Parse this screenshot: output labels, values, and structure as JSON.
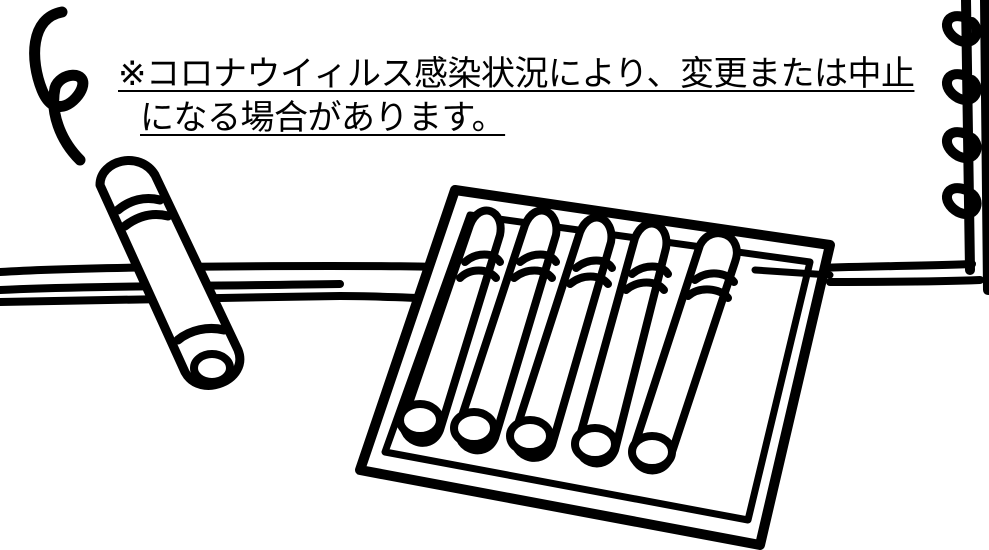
{
  "notice": {
    "line1": "※コロナウイィルス感染状況により、変更または中止",
    "line2": "になる場合があります。"
  },
  "colors": {
    "ink": "#000000",
    "paper": "#ffffff"
  },
  "illustration": {
    "icons": [
      "chalk-icon",
      "chalk-box-icon",
      "spiral-binding-icon",
      "chalk-tray-icon"
    ],
    "chalk_in_box_count": 5
  }
}
